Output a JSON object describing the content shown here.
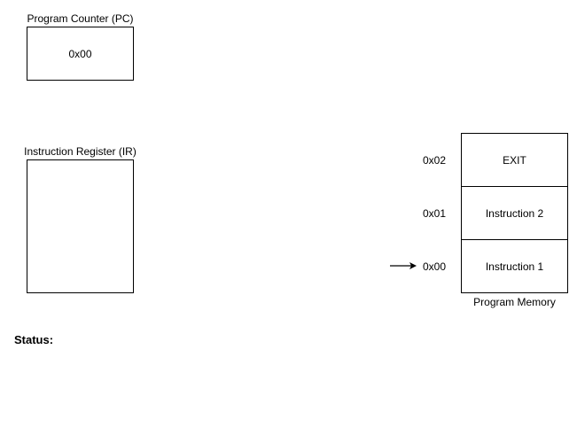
{
  "program_counter": {
    "title": "Program Counter (PC)",
    "value": "0x00"
  },
  "instruction_register": {
    "title": "Instruction Register (IR)",
    "value": ""
  },
  "program_memory": {
    "title": "Program Memory",
    "cells": [
      {
        "address": "0x02",
        "content": "EXIT"
      },
      {
        "address": "0x01",
        "content": "Instruction 2"
      },
      {
        "address": "0x00",
        "content": "Instruction 1"
      }
    ],
    "pointer_icon": "right-arrow-icon"
  },
  "status": {
    "label": "Status:",
    "value": ""
  }
}
